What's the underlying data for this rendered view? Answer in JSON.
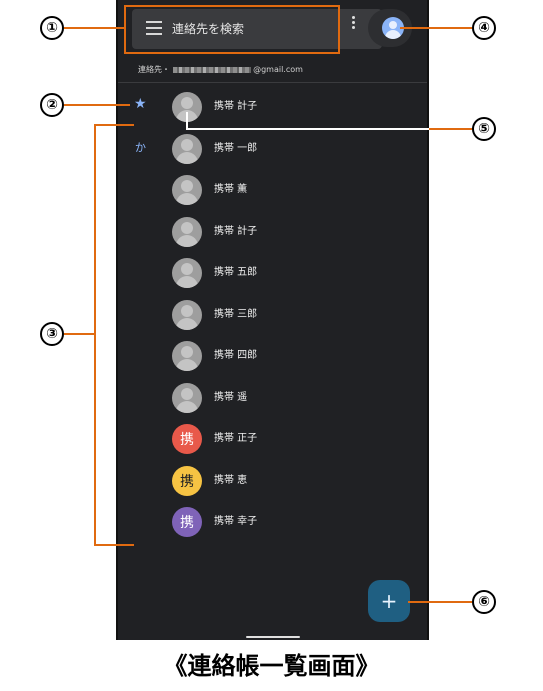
{
  "search": {
    "placeholder": "連絡先を検索"
  },
  "account": {
    "label": "連絡先・",
    "email_suffix": "@gmail.com"
  },
  "sections": {
    "favorites_icon": "★",
    "ka": "か"
  },
  "contacts": [
    {
      "name": "携帯 計子",
      "avatar": "person"
    },
    {
      "name": "携帯 一郎",
      "avatar": "person"
    },
    {
      "name": "携帯 薫",
      "avatar": "person"
    },
    {
      "name": "携帯 計子",
      "avatar": "person"
    },
    {
      "name": "携帯 五郎",
      "avatar": "person"
    },
    {
      "name": "携帯 三郎",
      "avatar": "person"
    },
    {
      "name": "携帯 四郎",
      "avatar": "person"
    },
    {
      "name": "携帯 遥",
      "avatar": "person"
    },
    {
      "name": "携帯 正子",
      "avatar": "携",
      "color": "#e8594a"
    },
    {
      "name": "携帯 恵",
      "avatar": "携",
      "color": "#f6c343"
    },
    {
      "name": "携帯 幸子",
      "avatar": "携",
      "color": "#7f63b8"
    }
  ],
  "fab": {
    "label": "+"
  },
  "callouts": [
    "①",
    "②",
    "③",
    "④",
    "⑤",
    "⑥"
  ],
  "caption": "《連絡帳一覧画面》",
  "colors": {
    "accent": "#8ab4f8",
    "callout": "#e06a10",
    "fab": "#1f5f82",
    "background": "#202124"
  }
}
